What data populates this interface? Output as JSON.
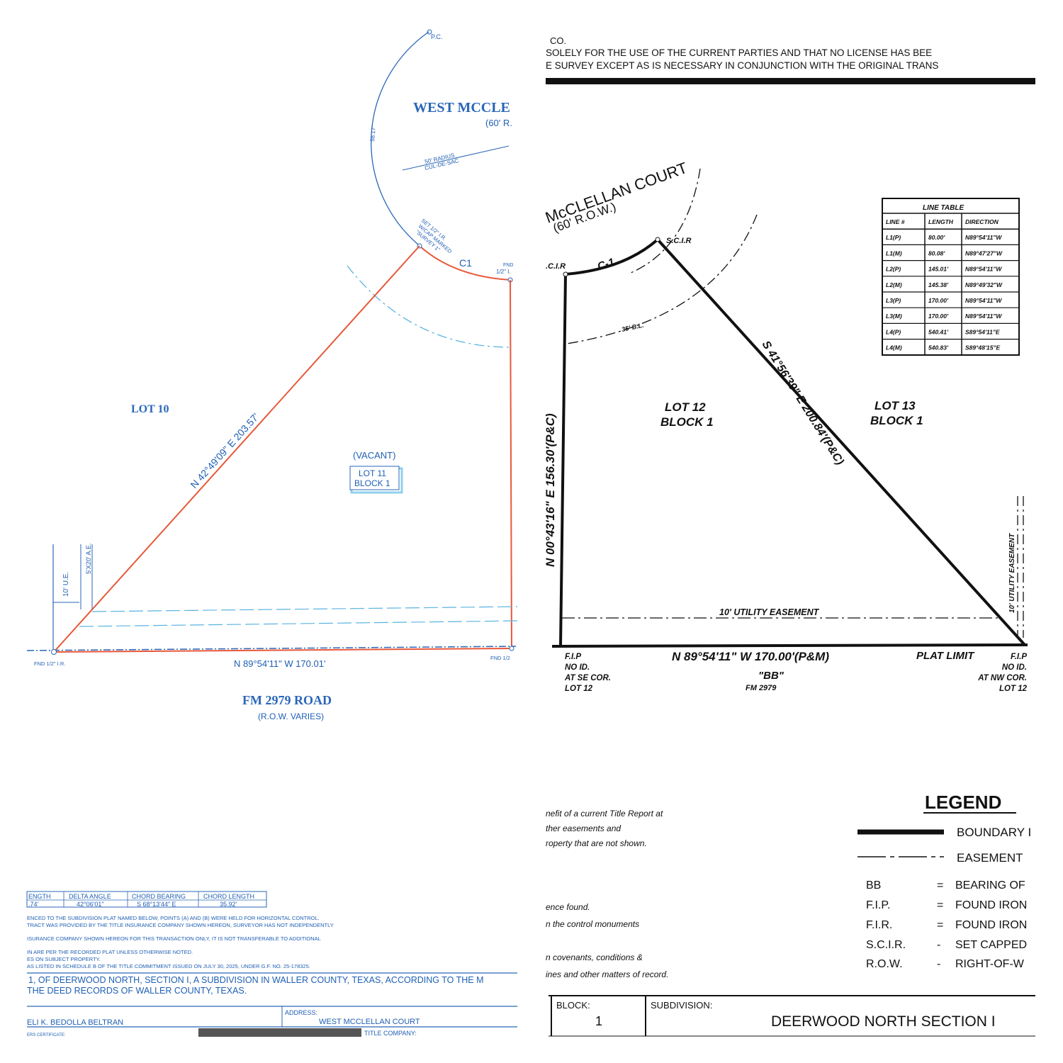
{
  "left_plat": {
    "street_name": "WEST MCCLE",
    "street_row": "(60' R.",
    "pc_label": "P.C.",
    "arc_length": "58.17'",
    "radius_note_1": "50' RADIUS",
    "radius_note_2": "CUL-DE-SAC",
    "set_ir_1": "SET 1/2\" I.R.",
    "set_ir_2": "W/CAP MARKED",
    "set_ir_3": "\"SURVEY 1\"",
    "curve_label": "C1",
    "fnd_right_1": "FND",
    "fnd_right_2": "1/2\" I.",
    "lot10": "LOT 10",
    "nw_bearing": "N 42°49'09\" E 203.57'",
    "vacant": "(VACANT)",
    "lot11": "LOT 11",
    "block1": "BLOCK 1",
    "ue_label": "10' U.E.",
    "ae_label": "5'X20' A.E.",
    "fnd_left": "FND 1/2\" I.R.",
    "fnd_bottom_right": "FND 1/2",
    "south_bearing": "N 89°54'11\" W 170.01'",
    "road_name": "FM 2979 ROAD",
    "road_row": "(R.O.W. VARIES)",
    "curve_table": {
      "headers": [
        "ENGTH",
        "DELTA ANGLE",
        "CHORD BEARING",
        "CHORD LENGTH"
      ],
      "row": [
        ".74'",
        "42°06'01\"",
        "S 68°13'44\" E",
        "35.92'"
      ]
    },
    "notes": [
      "ENCED TO THE SUBDIVISION PLAT NAMED BELOW, POINTS (A) AND (B) WERE HELD FOR HORIZONTAL CONTROL.",
      " TRACT WAS PROVIDED BY THE TITLE INSURANCE COMPANY SHOWN HEREON, SURVEYOR HAS NOT INDEPENDENTLY",
      "ISURANCE COMPANY SHOWN HEREON FOR THIS TRANSACTION ONLY, IT IS NOT TRANSFERABLE TO ADDITIONAL",
      "IN ARE PER THE RECORDED PLAT UNLESS OTHERWISE NOTED.",
      "ES ON SUBJECT PROPERTY.",
      "AS LISTED IN SCHEDULE B OF THE TITLE COMMITMENT ISSUED ON JULY 30, 2025, UNDER G.F. NO. 25-178325."
    ],
    "legal_1": "1, OF DEERWOOD NORTH, SECTION I, A SUBDIVISION IN WALLER COUNTY, TEXAS, ACCORDING TO THE M",
    "legal_2": " THE DEED RECORDS OF WALLER COUNTY, TEXAS.",
    "owner": "ELI K. BEDOLLA BELTRAN",
    "address_label": "ADDRESS:",
    "address": "WEST MCCLELLAN COURT",
    "title_company_label": "TITLE COMPANY:",
    "cert_label": "ERS CERTIFICATE:"
  },
  "right_plat": {
    "header_1": "CO.",
    "header_2": "SOLELY FOR THE USE OF THE CURRENT PARTIES AND THAT NO LICENSE HAS BEE",
    "header_3": "E SURVEY EXCEPT AS IS NECESSARY IN CONJUNCTION WITH THE ORIGINAL TRANS",
    "street_name": "McCLELLAN COURT",
    "street_row": "(60' R.O.W.)",
    "scir_top": "S.C.I.R",
    "cir_left": ".C.I.R",
    "curve_label": "C-1",
    "easement_arc": "35' B.L.",
    "west_line": "N 00°43'16\" E 156.30'(P&C)",
    "lot12": "LOT 12",
    "block_a": "BLOCK 1",
    "lot13": "LOT 13",
    "block_b": "BLOCK 1",
    "diag_line": "S 41°56'39\" E 200.84'(P&C)",
    "utility_easement": "10' UTILITY EASEMENT",
    "utility_easement_v": "10' UTILITY EASEMENT",
    "south_line": "N 89°54'11\" W 170.00'(P&M)",
    "bb": "\"BB\"",
    "fm": "FM 2979",
    "plat_limit": "PLAT LIMIT",
    "fip_left": [
      "F.I.P",
      "NO ID.",
      "AT SE COR.",
      "LOT 12"
    ],
    "fip_right": [
      "F.I.P",
      "NO ID.",
      "AT NW COR.",
      "LOT 12"
    ],
    "line_table": {
      "title": "LINE TABLE",
      "headers": [
        "LINE #",
        "LENGTH",
        "DIRECTION"
      ],
      "rows": [
        [
          "L1(P)",
          "80.00'",
          "N89°54'11\"W"
        ],
        [
          "L1(M)",
          "80.08'",
          "N89°47'27\"W"
        ],
        [
          "L2(P)",
          "145.01'",
          "N89°54'11\"W"
        ],
        [
          "L2(M)",
          "145.38'",
          "N89°49'32\"W"
        ],
        [
          "L3(P)",
          "170.00'",
          "N89°54'11\"W"
        ],
        [
          "L3(M)",
          "170.00'",
          "N89°54'11\"W"
        ],
        [
          "L4(P)",
          "540.41'",
          "S89°54'11\"E"
        ],
        [
          "L4(M)",
          "540.83'",
          "S89°48'15\"E"
        ]
      ]
    },
    "notes": [
      "nefit of a current Title Report at",
      "ther easements and",
      "roperty that are not shown.",
      "ence found.",
      "n the control monuments",
      "n covenants, conditions &",
      "ines and other matters of record."
    ],
    "legend": {
      "title": "LEGEND",
      "boundary": "BOUNDARY I",
      "easement": "EASEMENT",
      "items": [
        [
          "BB",
          "=",
          "BEARING OF"
        ],
        [
          "F.I.P.",
          "=",
          "FOUND IRON"
        ],
        [
          "F.I.R.",
          "=",
          "FOUND IRON"
        ],
        [
          "S.C.I.R.",
          "-",
          "SET CAPPED"
        ],
        [
          "R.O.W.",
          "-",
          "RIGHT-OF-W"
        ]
      ]
    },
    "block_label": "BLOCK:",
    "block_value": "1",
    "subdivision_label": "SUBDIVISION:",
    "subdivision_value": "DEERWOOD NORTH SECTION I"
  },
  "colors": {
    "boundary_left": "#e8583a",
    "blue_text": "#1f5fb3",
    "easement_left": "#5ab4e0",
    "black": "#111111"
  }
}
